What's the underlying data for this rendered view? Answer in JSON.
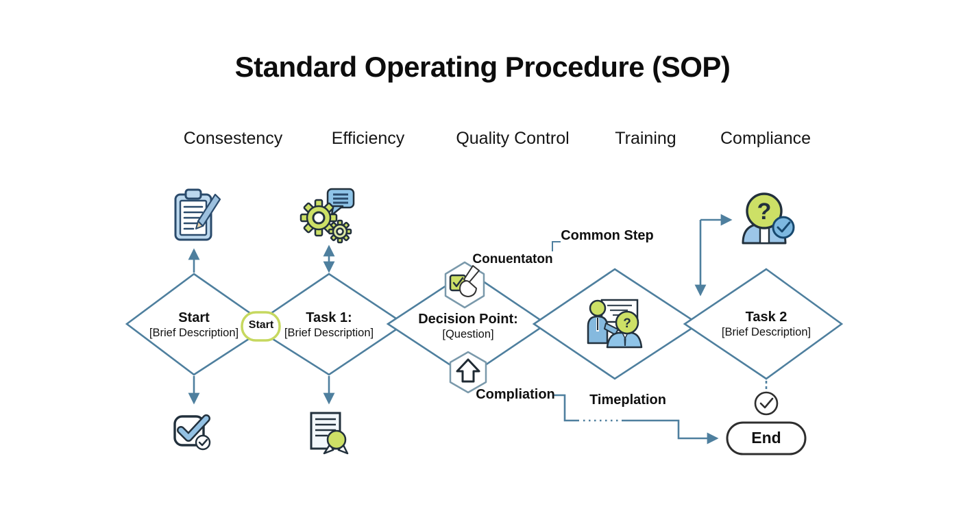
{
  "title": "Standard Operating Procedure (SOP)",
  "subtitles": [
    "Consestency",
    "Efficiency",
    "Quality Control",
    "Training",
    "Compliance"
  ],
  "flow": {
    "start": {
      "title": "Start",
      "desc": "[Brief Description]"
    },
    "task1": {
      "title": "Task 1:",
      "desc": "[Brief Description]"
    },
    "decision": {
      "title": "Decision Point:",
      "desc": "[Question]"
    },
    "task2": {
      "title": "Task 2",
      "desc": "[Brief Description]"
    },
    "start_pill": "Start",
    "end": "End"
  },
  "labels": {
    "documentation": "Conuentaton",
    "common_step": "Common Step",
    "compilation": "Compliation",
    "timeline": "Timeplation"
  },
  "icons": {
    "question_glyph": "?",
    "names": [
      "clipboard-pencil-icon",
      "gears-chat-icon",
      "checkbox-approved-icon",
      "document-seal-icon",
      "hexagon-checkbox-icon",
      "hexagon-up-arrow-icon",
      "training-presentation-icon",
      "person-question-icon",
      "check-circle-icon"
    ]
  },
  "colors": {
    "line": "#4e7f9e",
    "pill_green": "#c6d85f",
    "icon_green": "#cde066",
    "icon_blue": "#8fc4e8",
    "icon_navy": "#2a4a6b",
    "icon_outline": "#22303c",
    "end_outline": "#2e2e2e"
  }
}
